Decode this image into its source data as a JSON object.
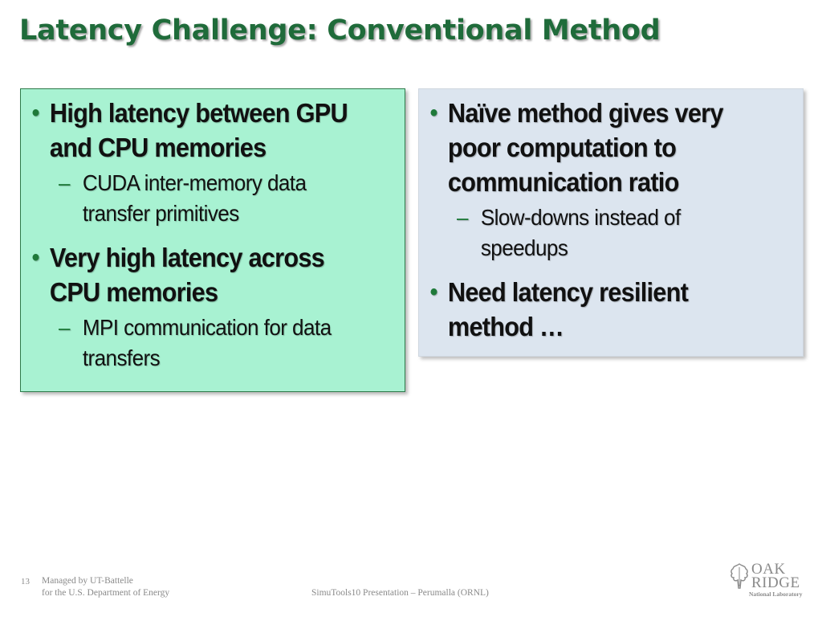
{
  "slide": {
    "title": "Latency Challenge: Conventional Method"
  },
  "left_panel": {
    "bullets": [
      {
        "text": "High latency between GPU and CPU memories",
        "sub": "CUDA inter-memory data transfer primitives"
      },
      {
        "text": "Very high latency across CPU memories",
        "sub": "MPI communication for data transfers"
      }
    ]
  },
  "right_panel": {
    "bullets": [
      {
        "text": "Naïve method gives very poor computation to communication ratio",
        "sub": "Slow-downs instead of speedups"
      },
      {
        "text": "Need latency resilient method …"
      }
    ]
  },
  "footer": {
    "slide_number": "13",
    "managed_line1": "Managed by UT-Battelle",
    "managed_line2": "for the U.S. Department of Energy",
    "center": "SimuTools10 Presentation – Perumalla (ORNL)"
  },
  "logo": {
    "line1": "OAK",
    "line2": "RIDGE",
    "line3": "National Laboratory"
  },
  "colors": {
    "title": "#1f6b3a",
    "left_panel_bg": "#a8f2d2",
    "right_panel_bg": "#dce5ef",
    "bullet_mark": "#1f7a3a",
    "footer_text": "#8a8a8a"
  },
  "icons": {
    "logo": "oak-leaf-icon"
  }
}
